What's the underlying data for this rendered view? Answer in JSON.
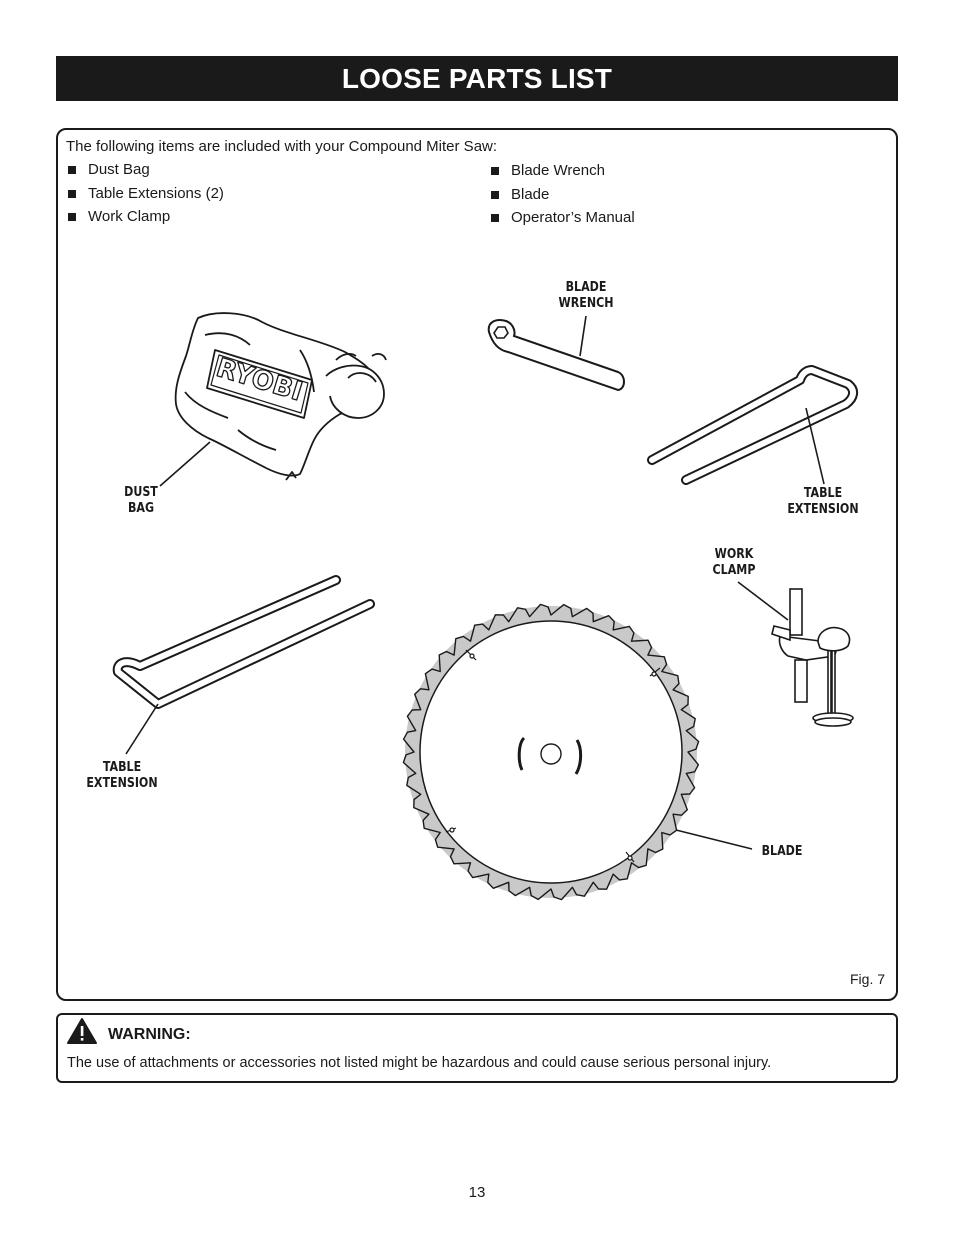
{
  "page_title": "LOOSE PARTS LIST",
  "intro": "The following items are included with your Compound Miter Saw:",
  "items_left": [
    {
      "label": "Dust Bag"
    },
    {
      "label": "Table Extensions (2)"
    },
    {
      "label": "Work Clamp"
    }
  ],
  "items_right": [
    {
      "label": "Blade Wrench"
    },
    {
      "label": "Blade"
    },
    {
      "label": "Operator’s Manual"
    }
  ],
  "callouts": {
    "blade_wrench_1": "BLADE",
    "blade_wrench_2": "WRENCH",
    "dust_bag_1": "DUST",
    "dust_bag_2": "BAG",
    "table_ext_right_1": "TABLE",
    "table_ext_right_2": "EXTENSION",
    "work_clamp_1": "WORK",
    "work_clamp_2": "CLAMP",
    "table_ext_left_1": "TABLE",
    "table_ext_left_2": "EXTENSION",
    "blade": "BLADE"
  },
  "bag_logo": "RYOBI",
  "figure_caption": "Fig. 7",
  "warning": {
    "title": "WARNING:",
    "text": "The use of attachments or accessories not listed might be hazardous and could cause serious personal injury."
  },
  "page_number": "13"
}
